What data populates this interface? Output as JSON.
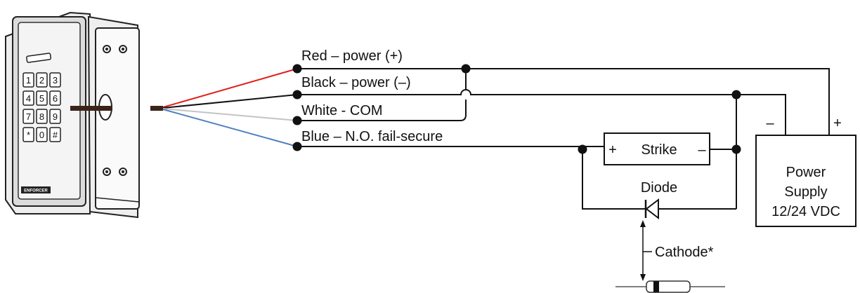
{
  "keypad": {
    "brand": "ENFORCER",
    "keys": [
      "1",
      "2",
      "3",
      "4",
      "5",
      "6",
      "7",
      "8",
      "9",
      "*",
      "0",
      "#"
    ]
  },
  "wires": {
    "red": {
      "label": "Red – power (+)",
      "color": "#e0201c"
    },
    "black": {
      "label": "Black – power (–)",
      "color": "#111111"
    },
    "white": {
      "label": "White - COM",
      "color": "#c4c4c4"
    },
    "blue": {
      "label": "Blue – N.O. fail-secure",
      "color": "#4f7fbf"
    }
  },
  "strike": {
    "label": "Strike",
    "plus": "+",
    "minus": "–"
  },
  "diode": {
    "label": "Diode",
    "cathode_label": "Cathode*"
  },
  "power_supply": {
    "line1": "Power",
    "line2": "Supply",
    "line3": "12/24 VDC",
    "minus": "–",
    "plus": "+"
  }
}
